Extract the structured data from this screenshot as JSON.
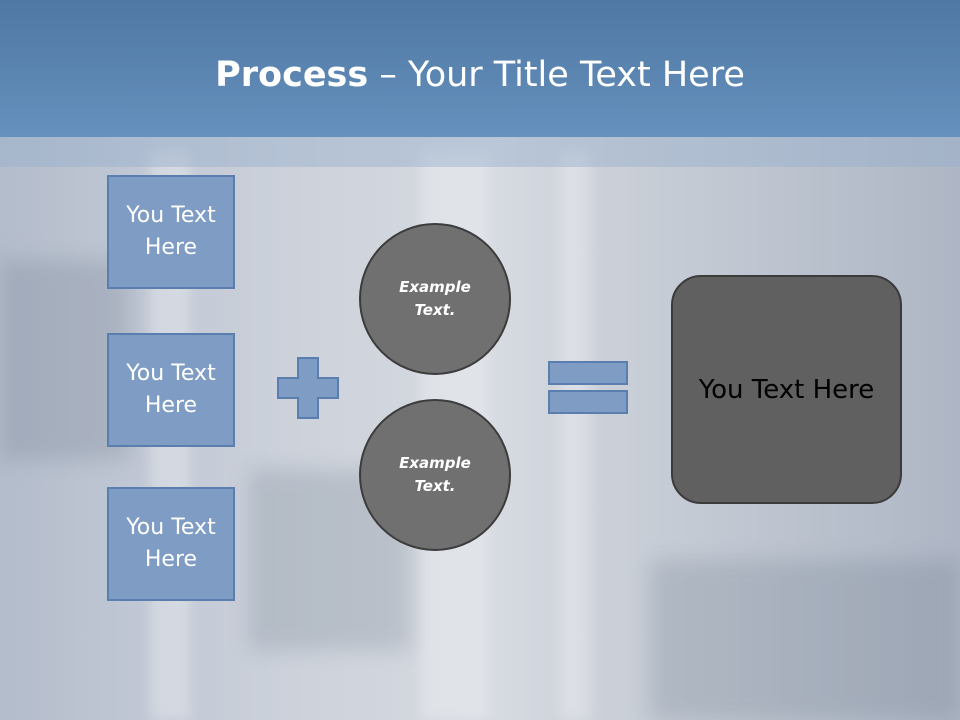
{
  "title": {
    "bold": "Process",
    "rest": " – Your Title Text Here"
  },
  "left_boxes": [
    {
      "line1": "You Text",
      "line2": "Here"
    },
    {
      "line1": "You Text",
      "line2": "Here"
    },
    {
      "line1": "You Text",
      "line2": "Here"
    }
  ],
  "circles": [
    {
      "line1": "Example",
      "line2": "Text."
    },
    {
      "line1": "Example",
      "line2": "Text."
    }
  ],
  "operators": {
    "plus": "plus-icon",
    "equals": "equals-icon"
  },
  "result": {
    "label": "You Text Here"
  },
  "colors": {
    "header": "#5b84b1",
    "box_fill": "#7f9dc4",
    "circle_fill": "#707070",
    "result_fill": "#606060"
  }
}
